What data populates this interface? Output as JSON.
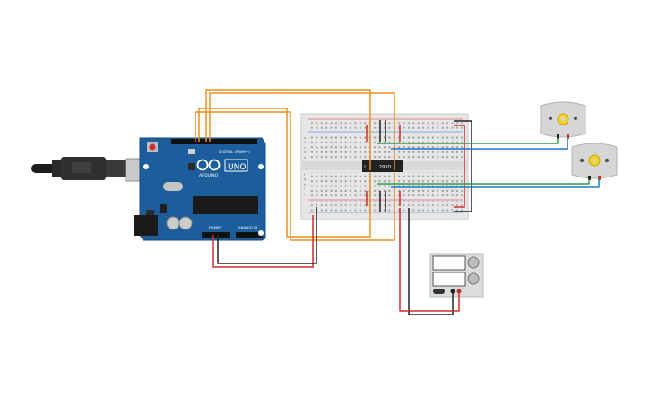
{
  "arduino": {
    "brand": "ARDUINO",
    "model": "UNO",
    "digital_label": "DIGITAL (PWM~)",
    "power_label": "POWER",
    "analog_label": "ANALOG IN"
  },
  "breadboard": {
    "row_labels_top": [
      "a",
      "b",
      "c",
      "d",
      "e"
    ],
    "row_labels_bottom": [
      "f",
      "g",
      "h",
      "i",
      "j"
    ]
  },
  "ic": {
    "label": "L293D"
  },
  "wire_colors": {
    "orange": "#e8901e",
    "red": "#d22b2b",
    "black": "#222222",
    "green": "#2e9e4a",
    "blue": "#1f78c8"
  },
  "colors": {
    "board_blue": "#1c5d9c",
    "breadboard": "#e6e6e6",
    "supply_body": "#dcdcdc",
    "motor_body": "#d6d6d6",
    "motor_hub": "#f1d230"
  }
}
